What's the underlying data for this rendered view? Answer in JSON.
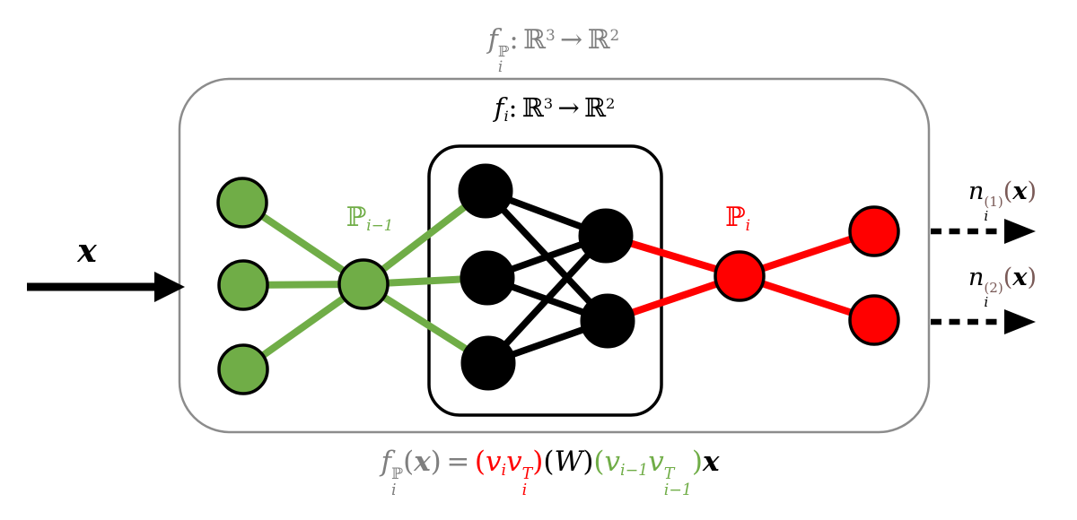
{
  "colors": {
    "green": "#70AD47",
    "red": "#FF0000",
    "ink": "#000000",
    "gray": "#7F7F7F",
    "brown": "#7A5A57",
    "box_border": "#8C8C8C"
  },
  "top_label": {
    "f": "f",
    "sup": "ℙ",
    "sub": "i",
    "colon": ":",
    "R1": "ℝ",
    "exp1": "3",
    "arrow": "→",
    "R2": "ℝ",
    "exp2": "2"
  },
  "inner_label": {
    "f": "f",
    "sub": "i",
    "colon": ":",
    "R1": "ℝ",
    "exp1": "3",
    "arrow": "→",
    "R2": "ℝ",
    "exp2": "2"
  },
  "input": {
    "x": "x"
  },
  "proj_green": {
    "P": "ℙ",
    "sub": "i−1"
  },
  "proj_red": {
    "P": "ℙ",
    "sub": "i"
  },
  "outputs": [
    {
      "n": "n",
      "sup": "(1)",
      "sub": "i",
      "open": "(",
      "x": "x",
      "close": ")"
    },
    {
      "n": "n",
      "sup": "(2)",
      "sub": "i",
      "open": "(",
      "x": "x",
      "close": ")"
    }
  ],
  "formula": {
    "lhs": {
      "f": "f",
      "sup": "ℙ",
      "sub": "i",
      "open": "(",
      "x": "x",
      "close": ")",
      "eq": "="
    },
    "proj_i": {
      "open": "(",
      "v1": "v",
      "v1sub": "i",
      "v2": "v",
      "v2sup": "T",
      "v2sub": "i",
      "close": ")"
    },
    "weight": {
      "open": "(",
      "W": "W",
      "close": ")"
    },
    "proj_prev": {
      "open": "(",
      "v1": "v",
      "v1sub": "i−1",
      "v2": "v",
      "v2sup": "T",
      "v2sub": "i−1",
      "close": ")"
    },
    "x_out": "x"
  }
}
